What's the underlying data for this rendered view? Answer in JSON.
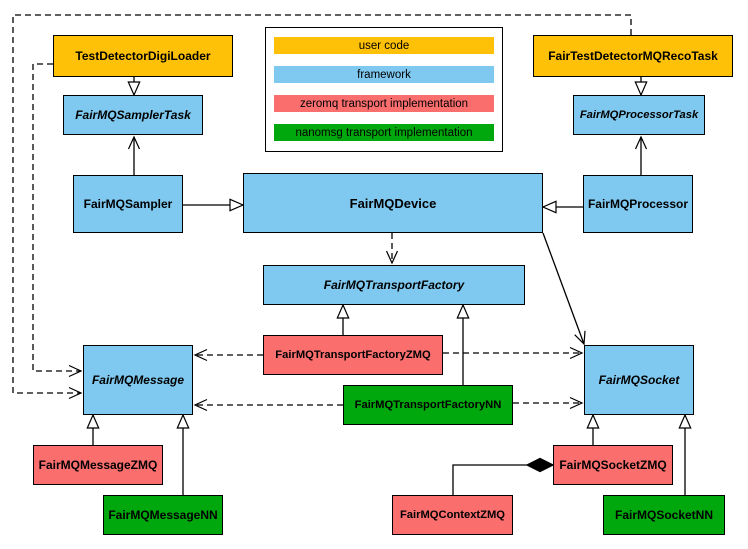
{
  "legend": {
    "items": [
      {
        "label": "user code",
        "color": "#FFC107"
      },
      {
        "label": "framework",
        "color": "#7FC9F0"
      },
      {
        "label": "zeromq transport implementation",
        "color": "#FA6E6E"
      },
      {
        "label": "nanomsg transport implementation",
        "color": "#00A80D"
      }
    ]
  },
  "nodes": {
    "digiLoader": {
      "label": "TestDetectorDigiLoader",
      "category": "user code",
      "abstract": false
    },
    "recoTask": {
      "label": "FairTestDetectorMQRecoTask",
      "category": "user code",
      "abstract": false
    },
    "samplerTask": {
      "label": "FairMQSamplerTask",
      "category": "framework",
      "abstract": true
    },
    "processorTask": {
      "label": "FairMQProcessorTask",
      "category": "framework",
      "abstract": true
    },
    "sampler": {
      "label": "FairMQSampler",
      "category": "framework",
      "abstract": false
    },
    "device": {
      "label": "FairMQDevice",
      "category": "framework",
      "abstract": false
    },
    "processor": {
      "label": "FairMQProcessor",
      "category": "framework",
      "abstract": false
    },
    "transportFactory": {
      "label": "FairMQTransportFactory",
      "category": "framework",
      "abstract": true
    },
    "message": {
      "label": "FairMQMessage",
      "category": "framework",
      "abstract": true
    },
    "socket": {
      "label": "FairMQSocket",
      "category": "framework",
      "abstract": true
    },
    "tfZmq": {
      "label": "FairMQTransportFactoryZMQ",
      "category": "zeromq transport implementation",
      "abstract": false
    },
    "tfNn": {
      "label": "FairMQTransportFactoryNN",
      "category": "nanomsg transport implementation",
      "abstract": false
    },
    "messageZmq": {
      "label": "FairMQMessageZMQ",
      "category": "zeromq transport implementation",
      "abstract": false
    },
    "messageNn": {
      "label": "FairMQMessageNN",
      "category": "nanomsg transport implementation",
      "abstract": false
    },
    "contextZmq": {
      "label": "FairMQContextZMQ",
      "category": "zeromq transport implementation",
      "abstract": false
    },
    "socketZmq": {
      "label": "FairMQSocketZMQ",
      "category": "zeromq transport implementation",
      "abstract": false
    },
    "socketNn": {
      "label": "FairMQSocketNN",
      "category": "nanomsg transport implementation",
      "abstract": false
    }
  },
  "relations": [
    {
      "from": "digiLoader",
      "to": "samplerTask",
      "type": "generalization"
    },
    {
      "from": "recoTask",
      "to": "processorTask",
      "type": "generalization"
    },
    {
      "from": "sampler",
      "to": "device",
      "type": "generalization"
    },
    {
      "from": "processor",
      "to": "device",
      "type": "generalization"
    },
    {
      "from": "sampler",
      "to": "samplerTask",
      "type": "association"
    },
    {
      "from": "processor",
      "to": "processorTask",
      "type": "association"
    },
    {
      "from": "device",
      "to": "transportFactory",
      "type": "dependency"
    },
    {
      "from": "device",
      "to": "socket",
      "type": "association"
    },
    {
      "from": "tfZmq",
      "to": "transportFactory",
      "type": "generalization"
    },
    {
      "from": "tfNn",
      "to": "transportFactory",
      "type": "generalization"
    },
    {
      "from": "tfZmq",
      "to": "message",
      "type": "dependency"
    },
    {
      "from": "tfZmq",
      "to": "socket",
      "type": "dependency"
    },
    {
      "from": "tfNn",
      "to": "message",
      "type": "dependency"
    },
    {
      "from": "tfNn",
      "to": "socket",
      "type": "dependency"
    },
    {
      "from": "digiLoader",
      "to": "message",
      "type": "dependency"
    },
    {
      "from": "recoTask",
      "to": "message",
      "type": "dependency"
    },
    {
      "from": "messageZmq",
      "to": "message",
      "type": "generalization"
    },
    {
      "from": "messageNn",
      "to": "message",
      "type": "generalization"
    },
    {
      "from": "socketZmq",
      "to": "socket",
      "type": "generalization"
    },
    {
      "from": "socketNn",
      "to": "socket",
      "type": "generalization"
    },
    {
      "from": "socketZmq",
      "to": "contextZmq",
      "type": "composition"
    }
  ]
}
